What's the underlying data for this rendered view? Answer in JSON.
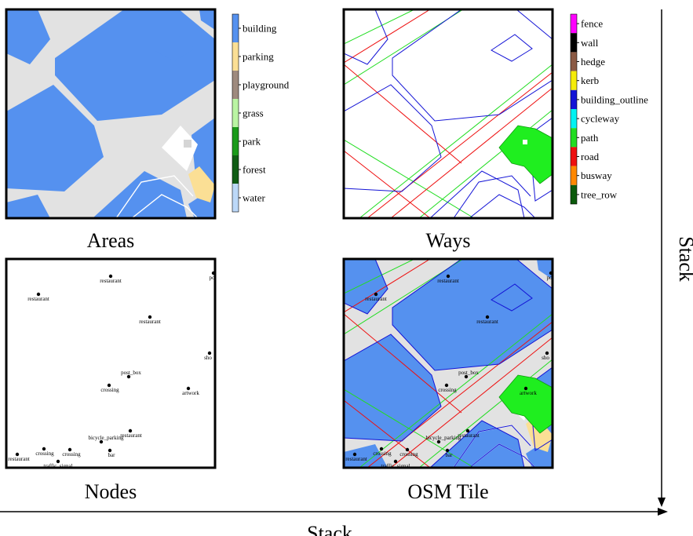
{
  "panels": {
    "areas": {
      "caption": "Areas"
    },
    "ways": {
      "caption": "Ways"
    },
    "nodes": {
      "caption": "Nodes"
    },
    "osm_tile": {
      "caption": "OSM Tile"
    }
  },
  "legends": {
    "areas": [
      {
        "label": "building",
        "color": "#5591ef"
      },
      {
        "label": "parking",
        "color": "#fbdf95"
      },
      {
        "label": "playground",
        "color": "#9e8a7e"
      },
      {
        "label": "grass",
        "color": "#baf4a3"
      },
      {
        "label": "park",
        "color": "#1a9a1a"
      },
      {
        "label": "forest",
        "color": "#0f5c14"
      },
      {
        "label": "water",
        "color": "#bcd8f8"
      }
    ],
    "ways": [
      {
        "label": "fence",
        "color": "#ff00ff"
      },
      {
        "label": "wall",
        "color": "#000000"
      },
      {
        "label": "hedge",
        "color": "#8b5a44"
      },
      {
        "label": "kerb",
        "color": "#f5ec0a"
      },
      {
        "label": "building_outline",
        "color": "#1414d6"
      },
      {
        "label": "cycleway",
        "color": "#00f2f2"
      },
      {
        "label": "path",
        "color": "#22dd22"
      },
      {
        "label": "road",
        "color": "#ee1010"
      },
      {
        "label": "busway",
        "color": "#ff8800"
      },
      {
        "label": "tree_row",
        "color": "#0b5a0b"
      }
    ]
  },
  "node_labels": [
    "restaurant",
    "restaurant",
    "restaurant",
    "po",
    "sho",
    "post_box",
    "crossing",
    "artwork",
    "restaurant",
    "bicycle_parking",
    "bar",
    "crossing",
    "crossing",
    "restaurant",
    "traffic_signal"
  ],
  "axes": {
    "horizontal_label": "Stack",
    "vertical_label": "Stack"
  }
}
